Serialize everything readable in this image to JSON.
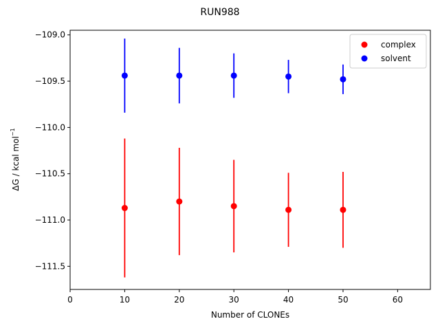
{
  "chart_data": {
    "type": "scatter",
    "title": "RUN988",
    "xlabel": "Number of CLONEs",
    "ylabel_main": "ΔG / kcal mol",
    "ylabel_sup": "−1",
    "xlim": [
      0,
      66
    ],
    "ylim": [
      -111.75,
      -108.95
    ],
    "xticks": [
      0,
      10,
      20,
      30,
      40,
      50,
      60
    ],
    "xtick_labels": [
      "0",
      "10",
      "20",
      "30",
      "40",
      "50",
      "60"
    ],
    "yticks": [
      -109.0,
      -109.5,
      -110.0,
      -110.5,
      -111.0,
      -111.5
    ],
    "ytick_labels": [
      "−109.0",
      "−109.5",
      "−110.0",
      "−110.5",
      "−111.0",
      "−111.5"
    ],
    "legend_position": "top-right",
    "grid": false,
    "series": [
      {
        "name": "complex",
        "color": "#ff0000",
        "x": [
          10,
          20,
          30,
          40,
          50
        ],
        "y": [
          -110.87,
          -110.8,
          -110.85,
          -110.89,
          -110.89
        ],
        "yerr": [
          0.75,
          0.58,
          0.5,
          0.4,
          0.41
        ]
      },
      {
        "name": "solvent",
        "color": "#0000ff",
        "x": [
          10,
          20,
          30,
          40,
          50
        ],
        "y": [
          -109.44,
          -109.44,
          -109.44,
          -109.45,
          -109.48
        ],
        "yerr": [
          0.4,
          0.3,
          0.24,
          0.18,
          0.16
        ]
      }
    ]
  }
}
